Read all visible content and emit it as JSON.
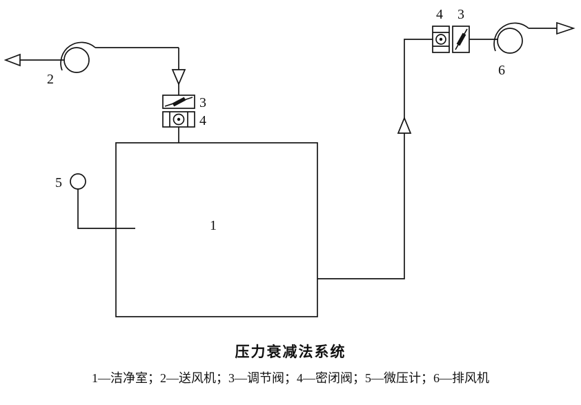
{
  "diagram": {
    "caption": "压力衰减法系统",
    "legend": "1—洁净室；2—送风机；3—调节阀；4—密闭阀；5—微压计；6—排风机",
    "labels": {
      "cleanroom": "1",
      "supply_fan": "2",
      "supply_regulating_valve": "3",
      "supply_sealed_valve": "4",
      "micro_pressure_gauge": "5",
      "exhaust_sealed_valve": "4",
      "exhaust_regulating_valve": "3",
      "exhaust_fan": "6"
    }
  }
}
